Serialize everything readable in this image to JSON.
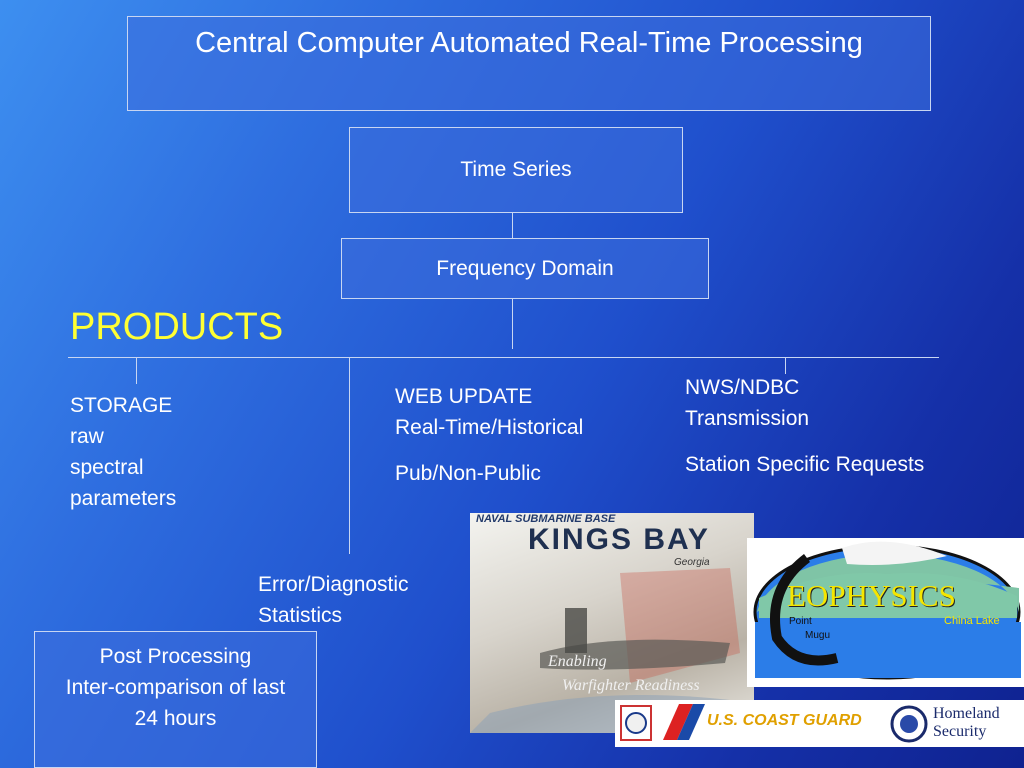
{
  "title": "Central Computer Automated Real-Time Processing",
  "time_series": "Time Series",
  "frequency_domain": "Frequency Domain",
  "products_heading": "PRODUCTS",
  "storage": {
    "line1": "STORAGE",
    "line2": "raw",
    "line3": "spectral",
    "line4": "parameters"
  },
  "web_update": {
    "line1": "WEB UPDATE",
    "line2": "Real-Time/Historical",
    "line3": "Pub/Non-Public"
  },
  "nws": {
    "line1": "NWS/NDBC",
    "line2": "Transmission",
    "line3": "Station Specific Requests"
  },
  "error": {
    "line1": "Error/Diagnostic",
    "line2": "Statistics"
  },
  "post": {
    "line1": "Post Processing",
    "line2": "Inter-comparison of last",
    "line3": "24 hours"
  },
  "logos": {
    "kings_bay": {
      "top": "NAVAL SUBMARINE BASE",
      "main": "KINGS BAY",
      "sub": "Georgia",
      "tag1": "Enabling",
      "tag2": "Warfighter Readiness"
    },
    "geophysics": {
      "main": "EOPHYSICS",
      "left1": "Point",
      "left2": "Mugu",
      "right": "China Lake"
    },
    "coast_guard": {
      "label": "U.S. COAST GUARD"
    },
    "homeland": {
      "line1": "Homeland",
      "line2": "Security"
    }
  },
  "colors": {
    "products_heading": "#ffff33",
    "box_border": "#c8d6f2"
  }
}
